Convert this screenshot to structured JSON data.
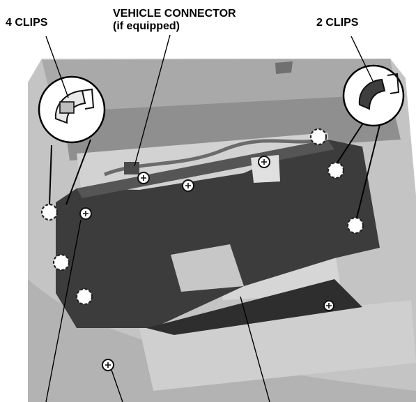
{
  "labels": {
    "four_clips": "4 CLIPS",
    "vehicle_connector": "VEHICLE CONNECTOR",
    "if_equipped": "(if equipped)",
    "two_clips": "2 CLIPS"
  },
  "colors": {
    "bracket": "#3a3a3a",
    "background_parts": "#bdbdbd",
    "dark_parts": "#5a5a5a",
    "leader_line": "#000000"
  },
  "icons": {
    "clip_marker": "dashed-circle-icon",
    "bolt": "bolt-icon",
    "detail_callout": "magnifier-callout-icon"
  }
}
